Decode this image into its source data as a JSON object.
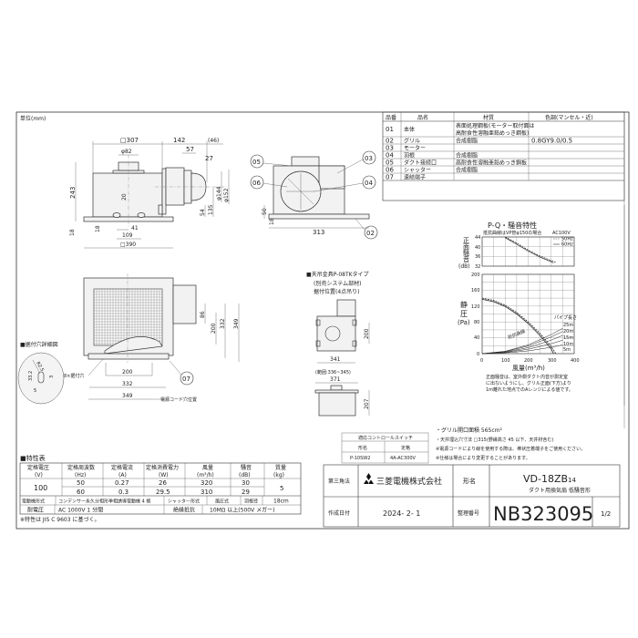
{
  "unit_label": "単位(mm)",
  "parts_table": {
    "headers": [
      "品番",
      "品名",
      "材質",
      "色調(マンセル・近)"
    ],
    "rows": [
      {
        "no": "01",
        "name": "本体",
        "material_line1": "表面処理鋼板(モーター取付面は",
        "material_line2": "高耐食性溶融亜鉛めっき鋼板)",
        "color": ""
      },
      {
        "no": "02",
        "name": "グリル",
        "material": "合成樹脂",
        "color": "0.8GY9.0/0.5"
      },
      {
        "no": "03",
        "name": "モーター",
        "material": "",
        "color": ""
      },
      {
        "no": "04",
        "name": "羽根",
        "material": "合成樹脂",
        "color": ""
      },
      {
        "no": "05",
        "name": "ダクト接続口",
        "material": "高耐食性溶融亜鉛めっき鋼板",
        "color": ""
      },
      {
        "no": "06",
        "name": "シャッター",
        "material": "合成樹脂",
        "color": ""
      },
      {
        "no": "07",
        "name": "速結端子",
        "material": "",
        "color": ""
      }
    ]
  },
  "front_view": {
    "d307": "□307",
    "d142": "142",
    "d46": "(46)",
    "d57": "57",
    "d27": "27",
    "d82": "φ82",
    "d144": "φ144",
    "d152": "φ152",
    "d54": "54",
    "d135": "135",
    "d243": "243",
    "d18": "18",
    "d18b": "18",
    "d20": "20",
    "d41": "41",
    "d109": "109",
    "d390": "□390"
  },
  "side_view": {
    "callouts": [
      "05",
      "06",
      "03",
      "04",
      "02"
    ],
    "d313": "313",
    "d50": "50",
    "d18": "18"
  },
  "bottom_view": {
    "d86": "86",
    "d200v": "200",
    "d332v": "332",
    "d349v": "349",
    "d200": "200",
    "d332": "332",
    "d349": "349",
    "callout": "07",
    "mount_holes": "8×据付穴",
    "cord_hole": "電源コード穴位置"
  },
  "hole_detail": {
    "title": "■据付穴詳細図",
    "r": "R2.5",
    "d33": "33.2",
    "d3": "3",
    "d5": "5"
  },
  "hanger": {
    "title": "■天吊金具P-08TKタイプ",
    "sub1": "(別売システム部材)",
    "sub2": "据付位置(4点吊り)",
    "d200": "200",
    "d341": "341",
    "range": "(範囲:336~345)",
    "d371": "371",
    "d207": "207"
  },
  "pq_chart": {
    "title": "P-Q・騒音特性",
    "note_top": "抵抗曲線はVP管φ150の場合",
    "voltage": "AC100V",
    "legend": [
      "50Hz",
      "60Hz"
    ],
    "noise_ylabel": [
      "正",
      "面",
      "騒",
      "音",
      "(dB)"
    ],
    "noise_yticks": [
      "44",
      "40",
      "36",
      "32"
    ],
    "noise_ylim": [
      32,
      44
    ],
    "pressure_ylabel": [
      "静",
      "圧",
      "(Pa)"
    ],
    "pressure_yticks": [
      "200",
      "160",
      "120",
      "80",
      "40",
      "0"
    ],
    "pressure_ylim": [
      0,
      200
    ],
    "xticks": [
      "0",
      "100",
      "200",
      "300",
      "400"
    ],
    "xlim": [
      0,
      400
    ],
    "xlabel": "風量(m³/h)",
    "pipe_label": "パイプ長さ",
    "resistance_label": "抵抗曲線",
    "pipe_lengths": [
      "25m",
      "20m",
      "15m",
      "10m",
      "5m"
    ],
    "note": [
      "正面騒音は、室外側ダクト内音が測定室",
      "に出ないようにし、グリル正面(下方)より",
      "1m離れた地点でのAレンジによる値です。"
    ],
    "noise_series": [
      {
        "name": "50Hz",
        "x": [
          100,
          150,
          200,
          250,
          300,
          320
        ],
        "y": [
          44,
          41.5,
          38.6,
          36.2,
          34.3,
          33.6
        ]
      },
      {
        "name": "60Hz",
        "x": [
          100,
          150,
          200,
          250,
          300,
          310
        ],
        "y": [
          43.7,
          41,
          38.2,
          35.8,
          33.8,
          33.3
        ]
      }
    ],
    "pressure_series": [
      {
        "name": "50Hz",
        "x": [
          0,
          50,
          100,
          150,
          200,
          250,
          300,
          320
        ],
        "y": [
          140,
          134,
          122,
          104,
          80,
          52,
          18,
          0
        ]
      },
      {
        "name": "60Hz",
        "x": [
          0,
          50,
          100,
          150,
          200,
          250,
          300,
          310
        ],
        "y": [
          137,
          131,
          119,
          100,
          76,
          47,
          12,
          0
        ]
      }
    ],
    "resistance_series": [
      {
        "name": "25m",
        "x": [
          0,
          100,
          200,
          300,
          350
        ],
        "y": [
          0,
          6,
          22,
          48,
          64
        ]
      },
      {
        "name": "20m",
        "x": [
          0,
          100,
          200,
          300,
          350
        ],
        "y": [
          0,
          5,
          19,
          42,
          56
        ]
      },
      {
        "name": "15m",
        "x": [
          0,
          100,
          200,
          300,
          350
        ],
        "y": [
          0,
          4,
          15,
          34,
          46
        ]
      },
      {
        "name": "10m",
        "x": [
          0,
          100,
          200,
          300,
          350
        ],
        "y": [
          0,
          3,
          11,
          25,
          34
        ]
      },
      {
        "name": "5m",
        "x": [
          0,
          100,
          200,
          300,
          350
        ],
        "y": [
          0,
          2,
          7,
          16,
          22
        ]
      }
    ]
  },
  "spec_table": {
    "title": "■特性表",
    "headers": [
      [
        "定格電圧",
        "(V)"
      ],
      [
        "定格周波数",
        "(Hz)"
      ],
      [
        "定格電流",
        "(A)"
      ],
      [
        "定格消費電力",
        "(W)"
      ],
      [
        "風量",
        "(m³/h)"
      ],
      [
        "騒音",
        "(dB)"
      ],
      [
        "質量",
        "(kg)"
      ]
    ],
    "voltage": "100",
    "rows": [
      {
        "hz": "50",
        "a": "0.27",
        "w": "26",
        "flow": "320",
        "db": "30"
      },
      {
        "hz": "60",
        "a": "0.3",
        "w": "29.5",
        "flow": "310",
        "db": "29"
      }
    ],
    "mass": "5",
    "motor_label": "電動機形式",
    "motor_value": "コンデンサー永久分相形単相誘導電動機 4 極",
    "shutter_label": "シャッター形式",
    "shutter_value": "風圧式",
    "blade_label": "羽根径",
    "blade_value": "18cm",
    "withstand_label": "耐電圧",
    "withstand_value": "AC 1000V 1 分間",
    "insulation_label": "絶縁抵抗",
    "insulation_value": "10MΩ 以上(500V メガー)",
    "note": "※特性は JIS C 9603 に基づく。"
  },
  "switch_table": {
    "title": "適応コントロールスイッチ",
    "headers": [
      "形名",
      "定格"
    ],
    "model": "P-10SW2",
    "rating": "4A-AC300V"
  },
  "notes": [
    "・グリル開口面積 565cm²",
    "・天井埋込穴寸法 □315(野縁高さ 45 以下、天井材含む)",
    "※電源コードにより線を使用する際は、棒状圧着端子をご使用ください。",
    "※仕様は場合により変更することがあります。"
  ],
  "title_block": {
    "projection": "第三角法",
    "company": "三菱電機株式会社",
    "model_label": "形名",
    "model": "VD-18ZB",
    "model_suffix": "14",
    "description": "ダクト用換気扇 低騒音形",
    "date_label": "作成日付",
    "date": "2024- 2- 1",
    "number_label": "整理番号",
    "number": "NB323095",
    "page": "1/2",
    "logo_color": "#111111"
  }
}
